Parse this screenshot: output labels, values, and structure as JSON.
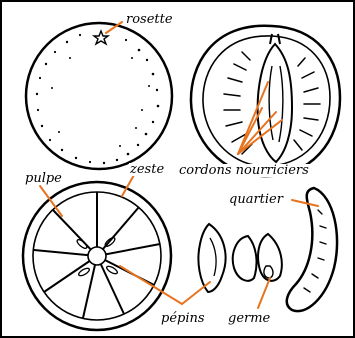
{
  "labels": {
    "rosette": "rosette",
    "cordons": "cordons nourriciers",
    "pulpe": "pulpe",
    "zeste": "zeste",
    "quartier": "quartier",
    "pepins": "pépins",
    "germe": "germe"
  },
  "colors": {
    "ink": "#000000",
    "leader": "#e8731f",
    "background": "#ffffff"
  },
  "icons": {
    "rosette": "star-rosette-icon"
  }
}
